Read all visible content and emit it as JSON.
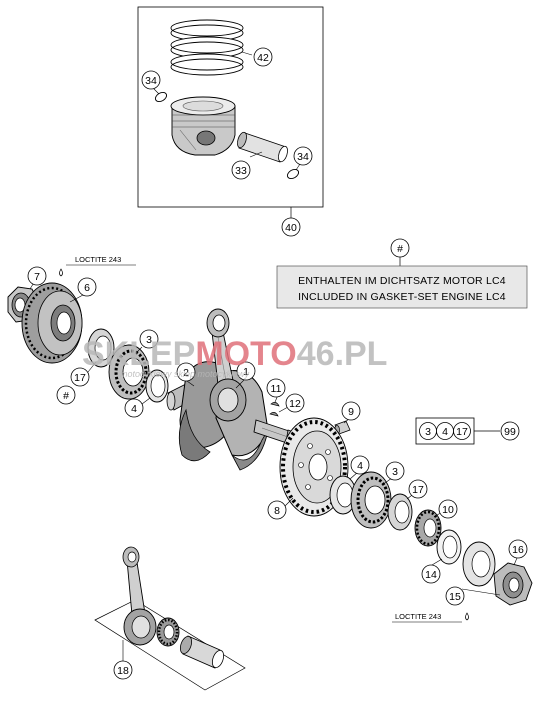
{
  "diagram": {
    "callouts": [
      {
        "id": "c42",
        "label": "42"
      },
      {
        "id": "c34a",
        "label": "34"
      },
      {
        "id": "c34b",
        "label": "34"
      },
      {
        "id": "c33",
        "label": "33"
      },
      {
        "id": "c40",
        "label": "40"
      },
      {
        "id": "c7",
        "label": "7"
      },
      {
        "id": "c6",
        "label": "6"
      },
      {
        "id": "c17a",
        "label": "17"
      },
      {
        "id": "chash",
        "label": "#"
      },
      {
        "id": "c3a",
        "label": "3"
      },
      {
        "id": "c4a",
        "label": "4"
      },
      {
        "id": "c2",
        "label": "2"
      },
      {
        "id": "c1",
        "label": "1"
      },
      {
        "id": "c11",
        "label": "11"
      },
      {
        "id": "c12",
        "label": "12"
      },
      {
        "id": "c9",
        "label": "9"
      },
      {
        "id": "c4b",
        "label": "4"
      },
      {
        "id": "c3b",
        "label": "3"
      },
      {
        "id": "c8",
        "label": "8"
      },
      {
        "id": "c17b",
        "label": "17"
      },
      {
        "id": "c10",
        "label": "10"
      },
      {
        "id": "c14",
        "label": "14"
      },
      {
        "id": "c16",
        "label": "16"
      },
      {
        "id": "c15",
        "label": "15"
      },
      {
        "id": "c18",
        "label": "18"
      },
      {
        "id": "cnote",
        "label": "#"
      }
    ],
    "loctite_top": "LOCTITE 243",
    "loctite_bottom": "LOCTITE 243",
    "note_line1": "ENTHALTEN IM DICHTSATZ MOTOR LC4",
    "note_line2": "INCLUDED IN GASKET-SET ENGINE LC4",
    "kit": {
      "items": [
        "3",
        "4",
        "17"
      ],
      "ref": "99"
    },
    "watermark": {
      "brand_part1": "SKLEP",
      "brand_part2": "MOTO",
      "brand_part3": "46",
      "brand_part4": ".PL",
      "tagline": "motocyklowy sklep motocyklowy"
    },
    "colors": {
      "line": "#000000",
      "part_light": "#d8d8d8",
      "part_mid": "#a9a9a9",
      "part_dark": "#6e6e6e",
      "note_bg": "#e8e8e8",
      "wm_gray": "#b8b8b8",
      "wm_red": "#e0707a"
    }
  }
}
